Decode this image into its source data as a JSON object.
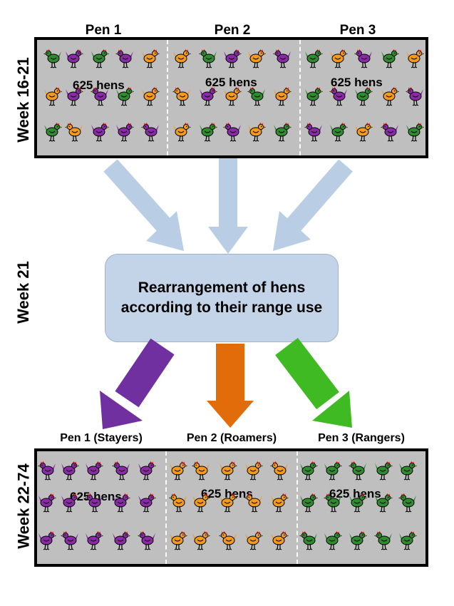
{
  "top_stage": {
    "week_label": "Week 16-21",
    "pens": [
      {
        "label": "Pen 1",
        "count_label": "625 hens"
      },
      {
        "label": "Pen 2",
        "count_label": "625 hens"
      },
      {
        "label": "Pen 3",
        "count_label": "625 hens"
      }
    ]
  },
  "middle_stage": {
    "week_label": "Week 21",
    "process_text": "Rearrangement of hens according to their range use"
  },
  "bottom_stage": {
    "week_label": "Week 22-74",
    "pens": [
      {
        "label": "Pen 1 (Stayers)",
        "count_label": "625 hens"
      },
      {
        "label": "Pen 2 (Roamers)",
        "count_label": "625 hens"
      },
      {
        "label": "Pen 3 (Rangers)",
        "count_label": "625 hens"
      }
    ]
  },
  "colors": {
    "purple_hen": "#8a2aa6",
    "orange_hen": "#f39a1c",
    "green_hen": "#2e8b2e",
    "arrow_light": "#b9cde5",
    "arrow_purple": "#7030a0",
    "arrow_orange": "#e36c0a",
    "arrow_green": "#3fba22"
  },
  "icons": {
    "hen": "hen-icon"
  }
}
